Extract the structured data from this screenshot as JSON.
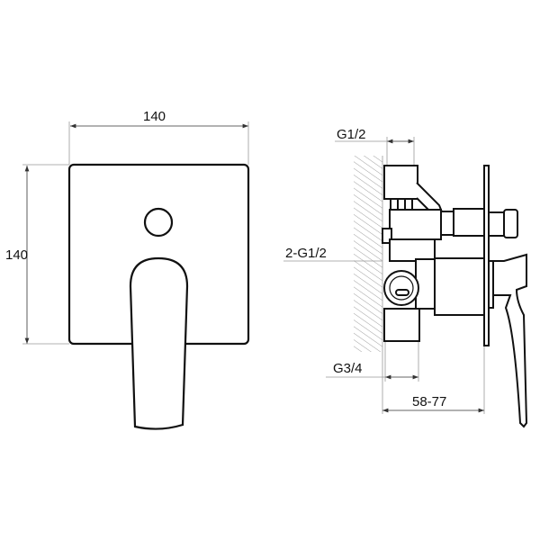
{
  "front_view": {
    "width_label": "140",
    "height_label": "140"
  },
  "side_view": {
    "top_connection_label": "G1/2",
    "side_connection_label": "2-G1/2",
    "bottom_connection_label": "G3/4",
    "depth_label": "58-77"
  },
  "colors": {
    "line": "#111111",
    "dim": "#999999",
    "hatch": "#888888"
  }
}
